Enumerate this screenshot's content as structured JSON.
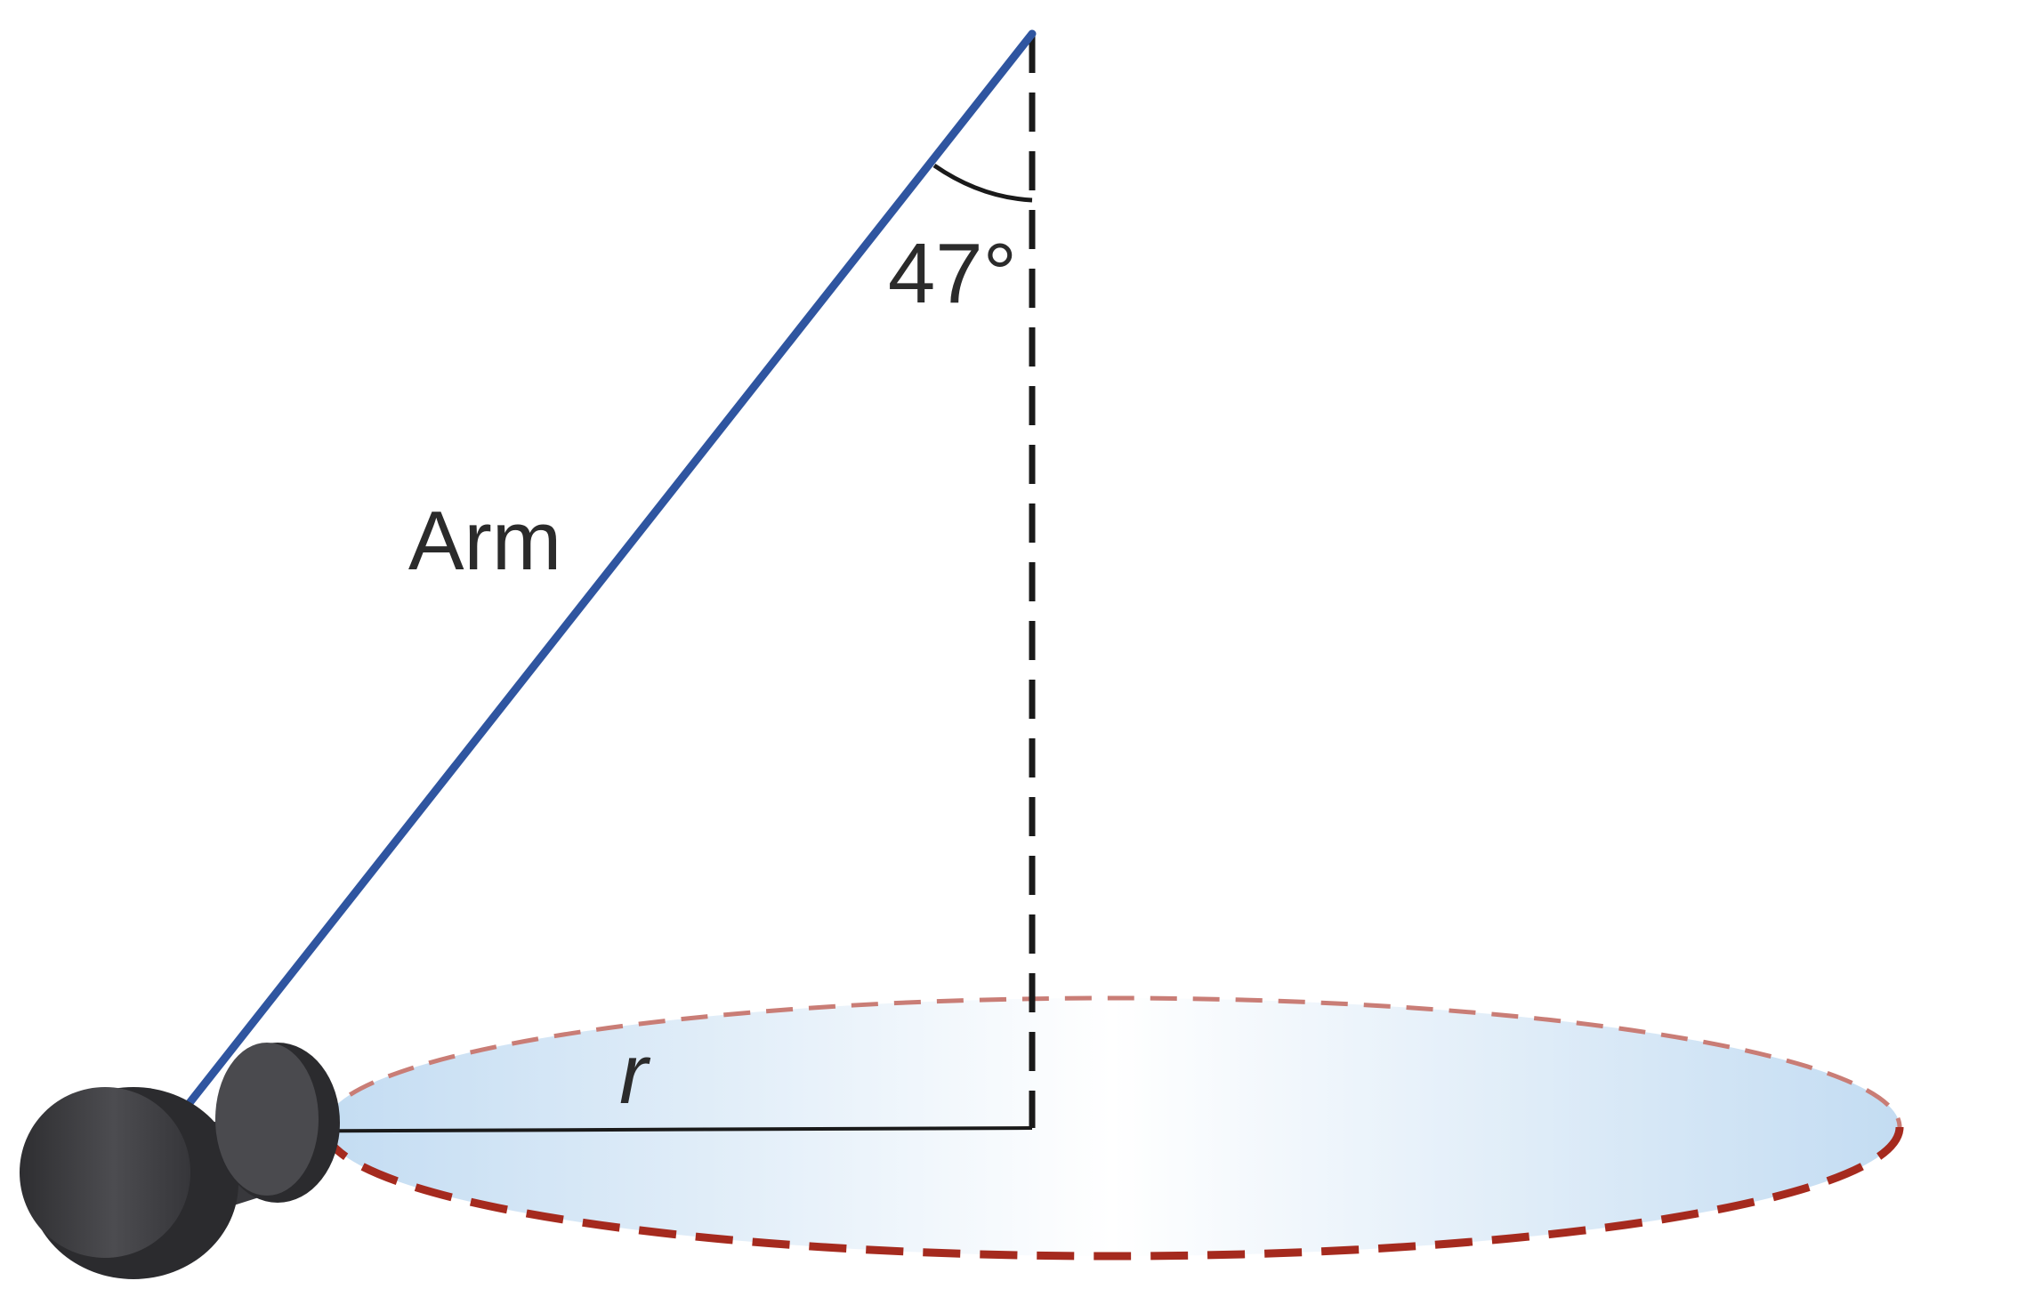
{
  "diagram": {
    "labels": {
      "arm": "Arm",
      "angle": "47°",
      "radius": "r"
    },
    "colors": {
      "arm": "#2f55a0",
      "vertical_axis": "#1a1a1a",
      "radius_line": "#1a1a1a",
      "circle_outline": "#a52a1e",
      "disk_fill": "#cfe4f6",
      "weight": "#444448"
    },
    "icons": [
      "dumbbell-icon"
    ]
  }
}
